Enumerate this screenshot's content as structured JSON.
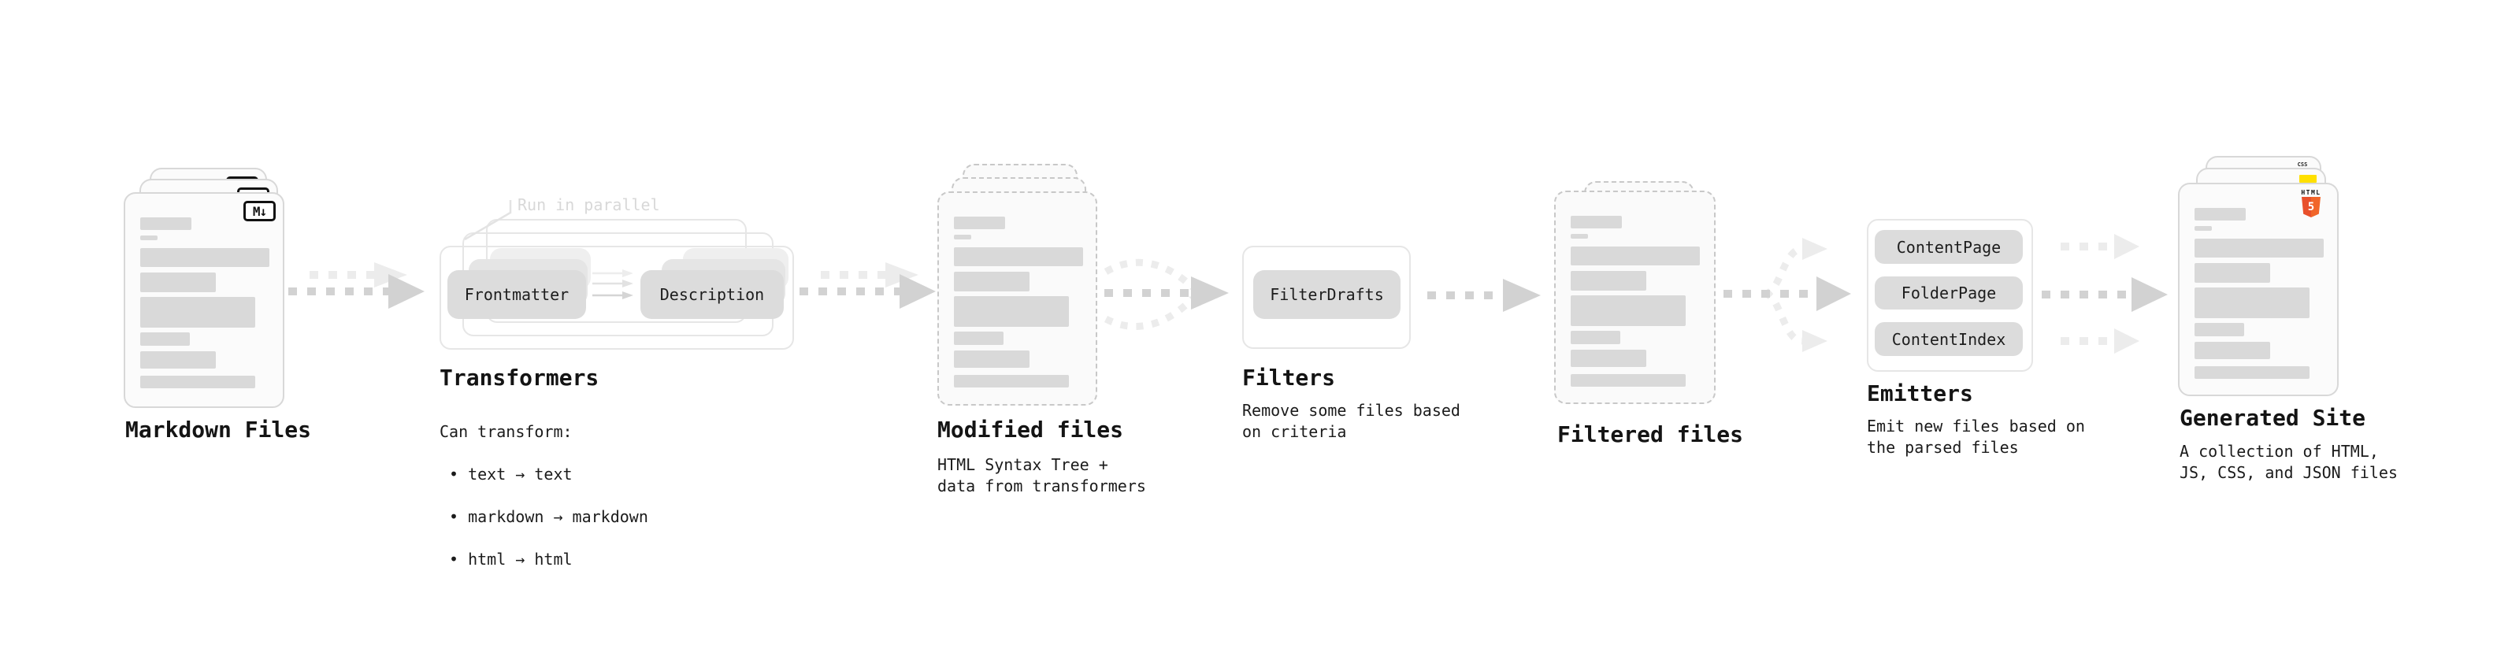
{
  "stages": {
    "markdown_files": {
      "label": "Markdown Files",
      "file_icon": "M↓"
    },
    "transformers": {
      "label": "Transformers",
      "callout": "Run in parallel",
      "pill_left": "Frontmatter",
      "pill_right": "Description",
      "desc_title": "Can transform:",
      "bullets": [
        "• text → text",
        "• markdown → markdown",
        "• html → html"
      ]
    },
    "modified_files": {
      "label": "Modified files",
      "description": "HTML Syntax Tree +\ndata from transformers"
    },
    "filters": {
      "label": "Filters",
      "pill": "FilterDrafts",
      "description": "Remove some files based\non criteria"
    },
    "filtered_files": {
      "label": "Filtered files"
    },
    "emitters": {
      "label": "Emitters",
      "pills": [
        "ContentPage",
        "FolderPage",
        "ContentIndex"
      ],
      "description": "Emit new files based on\nthe parsed files"
    },
    "generated_site": {
      "label": "Generated Site",
      "description": "A collection of HTML,\nJS, CSS, and JSON files",
      "html5_icon_word": "HTML",
      "html5_icon_number": "5",
      "css_icon_word": "CSS"
    }
  },
  "colors": {
    "html5_orange": "#e8502c",
    "js_yellow": "#ffe000",
    "css_blue": "#2f6fe8",
    "pill_gray": "#dcdcdc",
    "skeleton_bar_gray": "#d9d9d9",
    "arrow_dark": "#d2d2d2",
    "arrow_light": "#ececec",
    "text_dark": "#141414",
    "callout_gray": "#d8d8d8"
  }
}
